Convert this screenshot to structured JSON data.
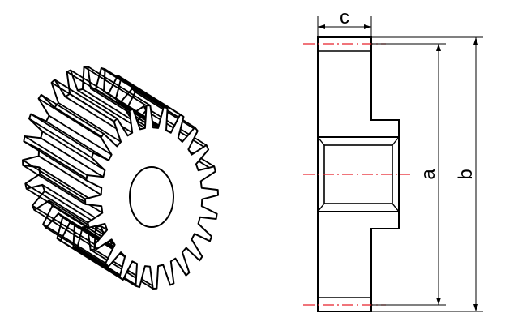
{
  "diagram": {
    "dimension_labels": {
      "width": "c",
      "pitch_diameter": "a",
      "outer_diameter": "b"
    },
    "gear_teeth": 24,
    "colors": {
      "outline": "#000000",
      "centerline": "#e8202a",
      "background": "#ffffff"
    }
  }
}
